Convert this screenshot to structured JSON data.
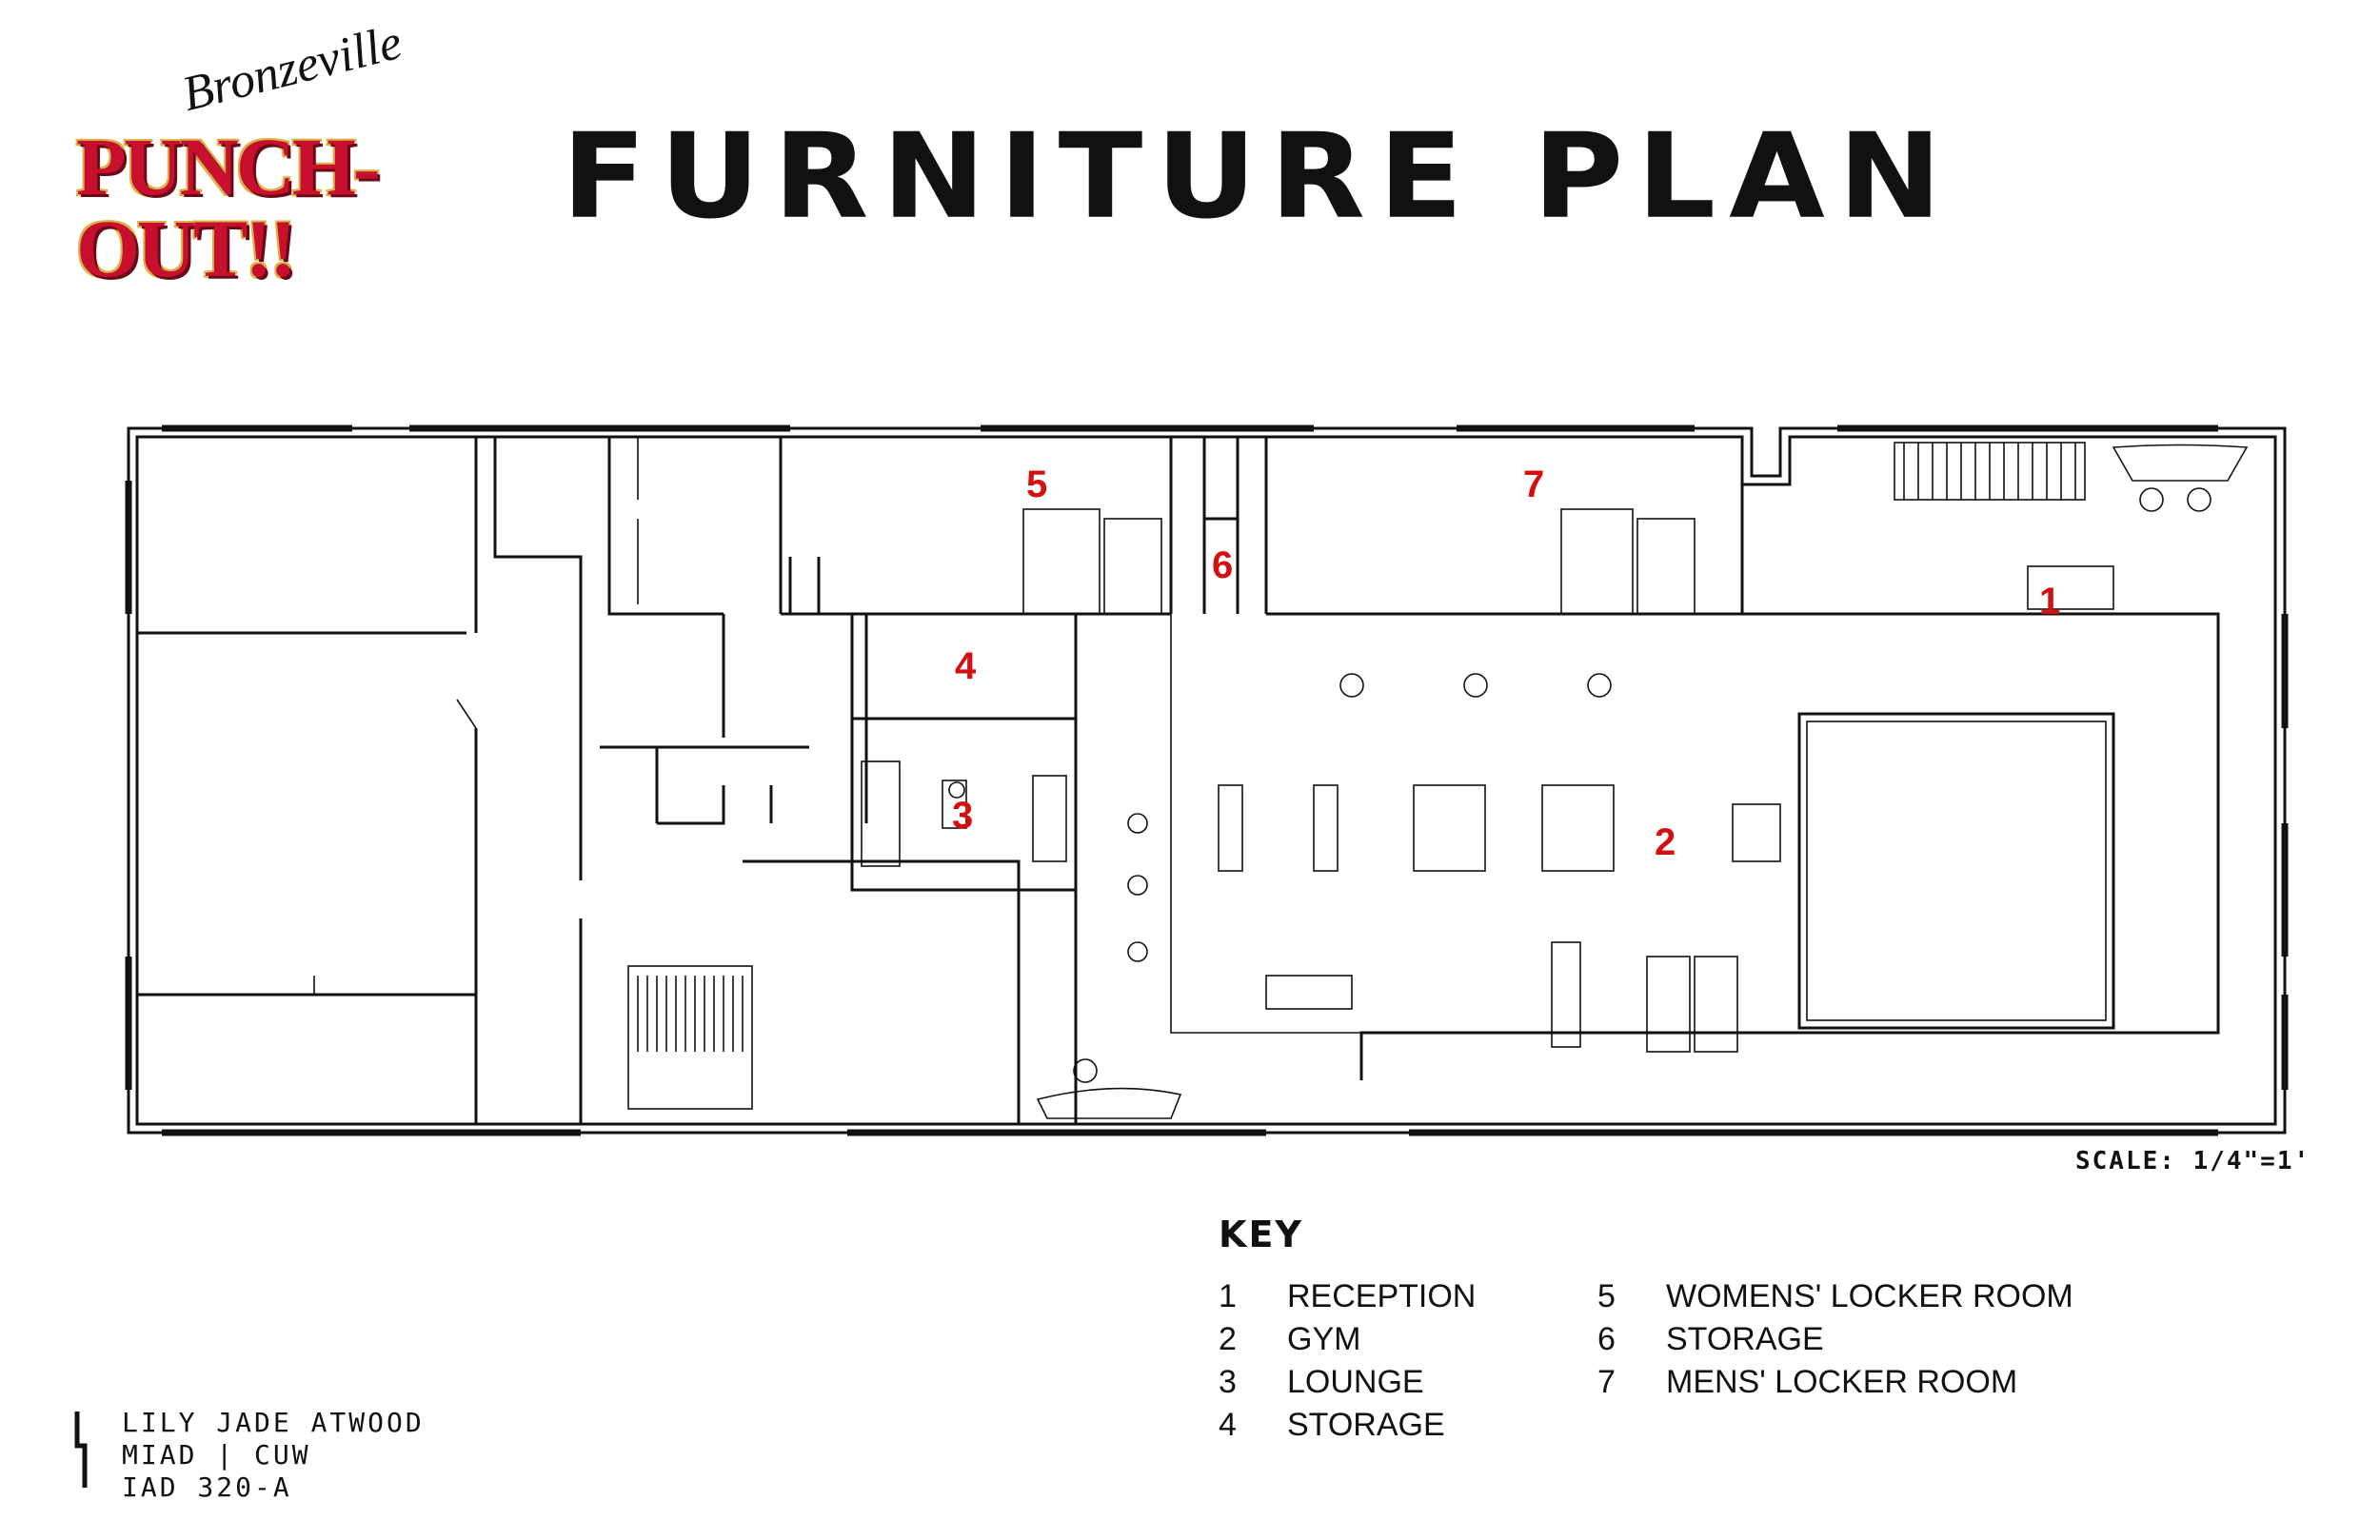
{
  "logo": {
    "script": "Bronzeville",
    "main": "PUNCH-OUT!!"
  },
  "title": "FURNITURE PLAN",
  "scale": "SCALE: 1/4\"=1'",
  "rooms": [
    {
      "num": "1"
    },
    {
      "num": "2"
    },
    {
      "num": "3"
    },
    {
      "num": "4"
    },
    {
      "num": "5"
    },
    {
      "num": "6"
    },
    {
      "num": "7"
    }
  ],
  "key": {
    "heading": "KEY",
    "items": [
      {
        "num": "1",
        "label": "RECEPTION"
      },
      {
        "num": "2",
        "label": "GYM"
      },
      {
        "num": "3",
        "label": "LOUNGE"
      },
      {
        "num": "4",
        "label": "STORAGE"
      },
      {
        "num": "5",
        "label": "WOMENS' LOCKER ROOM"
      },
      {
        "num": "6",
        "label": "STORAGE"
      },
      {
        "num": "7",
        "label": "MENS' LOCKER ROOM"
      }
    ]
  },
  "credits": {
    "line1": "LILY JADE ATWOOD",
    "line2": "MIAD | CUW",
    "line3": "IAD 320-A"
  },
  "colors": {
    "accent": "#d40f0f",
    "ink": "#111111",
    "logo_red": "#c8102e",
    "logo_gold": "#d9b24a"
  }
}
